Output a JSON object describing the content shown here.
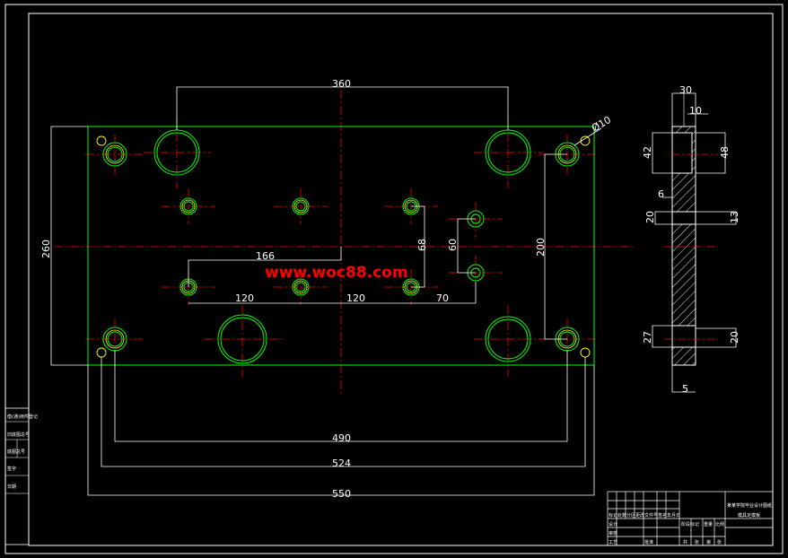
{
  "colors": {
    "background": "#000000",
    "frame": "#ffffff",
    "outline": "#00ff00",
    "hole": "#00ff00",
    "hole_accent": "#ffff00",
    "centerline": "#ff0000",
    "dimension": "#ffffff",
    "hatch": "#ffffff",
    "watermark": "#ff0000"
  },
  "watermark": "www.woc88.com",
  "dimensions": {
    "top_spacing": "360",
    "hole_dia": "Ø10",
    "overall_height": "260",
    "hole_height_span": "200",
    "left_slot_width": "166",
    "slot_height_a": "68",
    "slot_height_b": "60",
    "pitch_left": "120",
    "pitch_right": "120",
    "offset": "70",
    "bolt_span": "490",
    "pin_span": "524",
    "overall_width": "550",
    "side_thickness": "30",
    "side_step": "10",
    "side_bore_small": "42",
    "side_bore_large": "48",
    "side_pin_step": "6",
    "side_pin_dia": "20",
    "side_pin_dia_b": "13",
    "side_cbore": "27",
    "side_cbore_b": "20",
    "side_bottom": "5"
  },
  "title_block": {
    "school": "某某学院毕业设计图纸",
    "part_name": "模具定模板",
    "row_labels": [
      "标记",
      "处数",
      "分区",
      "更改文件号",
      "签名",
      "年月日"
    ],
    "lower_labels": [
      "设计",
      "审核",
      "工艺",
      "批准"
    ],
    "stage_labels": [
      "阶段标记",
      "重量",
      "比例"
    ],
    "sheet_labels": [
      "共",
      "张",
      "第",
      "张"
    ]
  },
  "side_stamp": {
    "rows": [
      "借(通)用件登记",
      "旧底图总号",
      "底图总号",
      "签字",
      "日期"
    ]
  }
}
